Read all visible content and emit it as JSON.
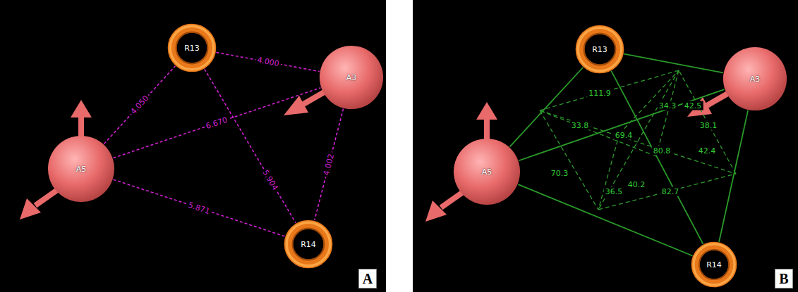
{
  "diagram": {
    "nodes": [
      {
        "text": [
          "R13"
        ]
      },
      {
        "text": [
          "A3"
        ]
      },
      {
        "text": [
          "A5"
        ]
      },
      {
        "text": [
          "R14"
        ]
      },
      {
        "text": [
          "R13"
        ]
      },
      {
        "text": [
          "A3"
        ]
      },
      {
        "text": [
          "A5"
        ]
      },
      {
        "text": [
          "R14"
        ]
      }
    ],
    "edges": [
      {
        "from": 2,
        "to": 0,
        "arrow": "none",
        "label": "4.050"
      },
      {
        "from": 0,
        "to": 1,
        "arrow": "none",
        "label": "4.000"
      },
      {
        "from": 2,
        "to": 1,
        "arrow": "none",
        "label": "6.670"
      },
      {
        "from": 0,
        "to": 3,
        "arrow": "none",
        "label": "5.904"
      },
      {
        "from": 1,
        "to": 3,
        "arrow": "none",
        "label": "4.002"
      },
      {
        "from": 2,
        "to": 3,
        "arrow": "none",
        "label": "5.871"
      },
      {
        "from": 6,
        "to": 4,
        "arrow": "none"
      },
      {
        "from": 4,
        "to": 5,
        "arrow": "none"
      },
      {
        "from": 6,
        "to": 5,
        "arrow": "none"
      },
      {
        "from": 4,
        "to": 7,
        "arrow": "none"
      },
      {
        "from": 5,
        "to": 7,
        "arrow": "none"
      },
      {
        "from": 6,
        "to": 7,
        "arrow": "none"
      }
    ],
    "labels": [
      "A",
      "B",
      "111.9",
      "34.3",
      "42.5",
      "33.8",
      "69.4",
      "38.1",
      "80.8",
      "42.4",
      "70.3",
      "36.5",
      "40.2",
      "82.7"
    ]
  }
}
